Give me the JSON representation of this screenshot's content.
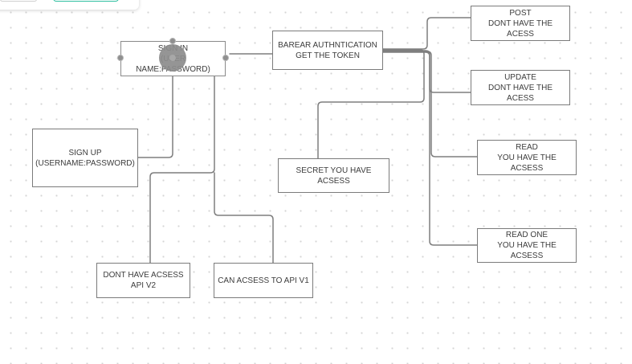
{
  "nodes": {
    "sign_in": {
      "label": "SIGN IN\n(USER NAME:PASSWORD)"
    },
    "bearer": {
      "label": "BAREAR AUTHNTICATION\nGET THE TOKEN"
    },
    "post": {
      "label": "POST\nDONT HAVE THE ACESS"
    },
    "update": {
      "label": "UPDATE\nDONT HAVE THE ACESS"
    },
    "sign_up": {
      "label": "SIGN UP\n(USERNAME:PASSWORD)"
    },
    "read": {
      "label": "READ\nYOU HAVE THE ACSESS"
    },
    "secret": {
      "label": "SECRET YOU HAVE ACSESS"
    },
    "read_one": {
      "label": "READ ONE\nYOU HAVE THE ACSESS"
    },
    "no_access_v2": {
      "label": "DONT HAVE ACSESS\nAPI V2"
    },
    "access_v1": {
      "label": "CAN ACSESS TO API V1"
    }
  },
  "colors": {
    "connector": "#7f7f7f",
    "node_border": "#7b7b7b",
    "text": "#3c3c3c",
    "accent": "#2fbfa0"
  }
}
